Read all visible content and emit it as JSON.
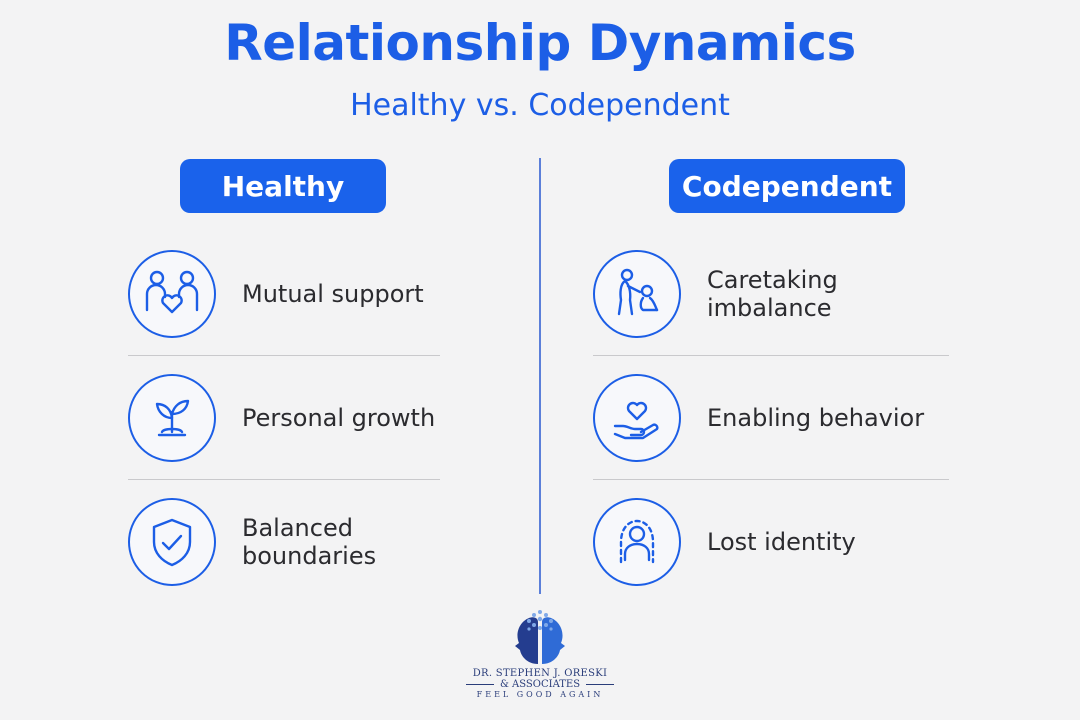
{
  "header": {
    "title": "Relationship Dynamics",
    "subtitle": "Healthy vs. Codependent"
  },
  "healthy": {
    "heading": "Healthy",
    "items": [
      {
        "label": "Mutual support",
        "icon": "people-heart-icon"
      },
      {
        "label": "Personal growth",
        "icon": "sprout-icon"
      },
      {
        "label": "Balanced boundaries",
        "icon": "shield-check-icon"
      }
    ]
  },
  "codependent": {
    "heading": "Codependent",
    "items": [
      {
        "label": "Caretaking imbalance",
        "icon": "caretaker-icon"
      },
      {
        "label": "Enabling behavior",
        "icon": "hand-heart-icon"
      },
      {
        "label": "Lost identity",
        "icon": "faded-person-icon"
      }
    ]
  },
  "logo": {
    "line1": "DR. STEPHEN J. ORESKI",
    "line2": "& ASSOCIATES",
    "tagline": "FEEL GOOD AGAIN"
  },
  "colors": {
    "accent": "#1c5ee6",
    "pill": "#1a62eb",
    "background": "#f3f3f4",
    "text": "#2b2b2f"
  }
}
